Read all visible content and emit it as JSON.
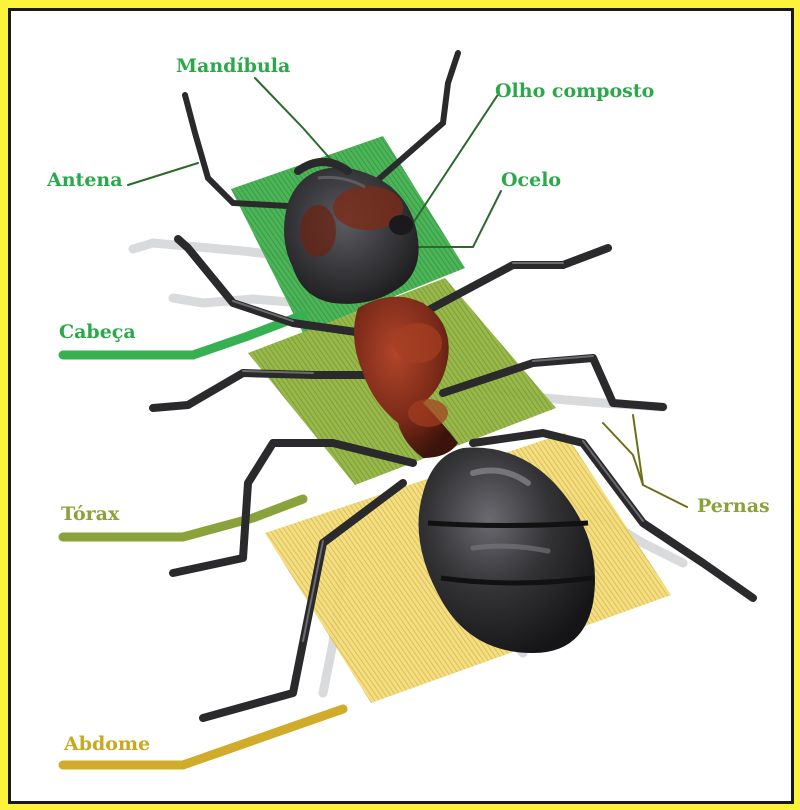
{
  "diagram": {
    "labels": {
      "mandibula": "Mandíbula",
      "olho_composto": "Olho composto",
      "antena": "Antena",
      "ocelo": "Ocelo",
      "cabeca": "Cabeça",
      "torax": "Tórax",
      "pernas": "Pernas",
      "abdome": "Abdome"
    },
    "colors": {
      "head_label": "#2aa84a",
      "thorax_label": "#8aa23a",
      "abdomen_label": "#c8a820",
      "head_plane": "#2e9e3e",
      "thorax_plane": "#7fa636",
      "abdomen_plane": "#d2b03a",
      "ant_body": "#2b2b2d",
      "ant_red": "#7a2a18",
      "frame": "#fdf33a"
    }
  }
}
